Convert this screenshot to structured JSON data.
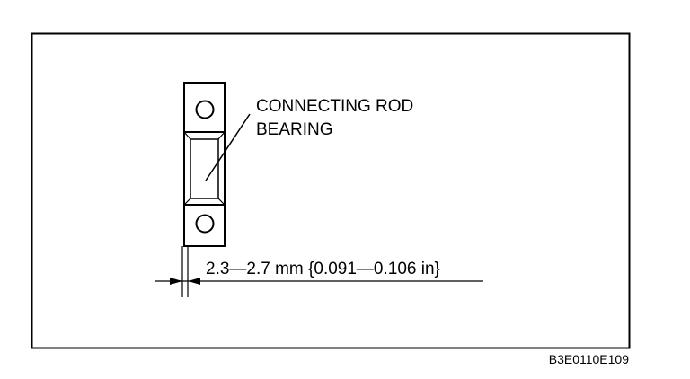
{
  "diagram": {
    "part_label_line1": "CONNECTING ROD",
    "part_label_line2": "BEARING",
    "dimension_label": "2.3—2.7 mm {0.091—0.106 in}",
    "figure_code": "B3E0110E109"
  },
  "colors": {
    "ink": "#000000",
    "background": "#ffffff"
  }
}
